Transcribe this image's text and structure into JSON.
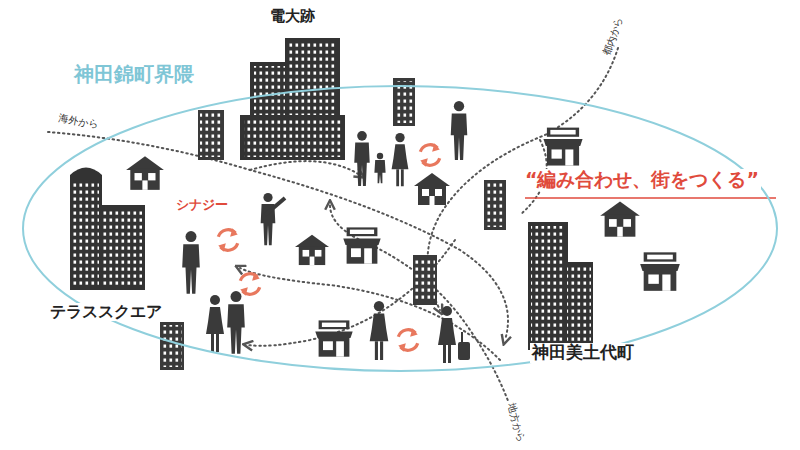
{
  "diagram": {
    "nodes": [
      {
        "text": [
          "神田錦町界隈"
        ]
      }
    ],
    "labels": [
      "電大跡",
      "海外から",
      "都内から",
      "テラススクエア",
      "シナジー",
      "“編み合わせ、街をつくる”",
      "神田美土代町",
      "地方から"
    ]
  }
}
